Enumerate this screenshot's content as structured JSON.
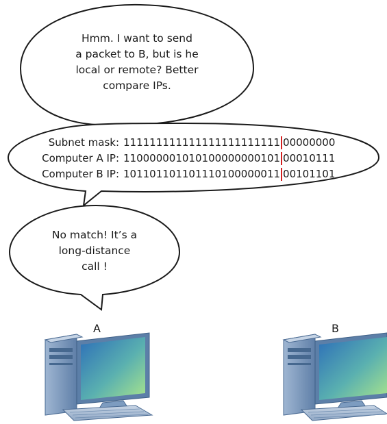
{
  "bubbles": {
    "top": {
      "line1": "Hmm. I want to send",
      "line2": "a packet to B, but is he",
      "line3": "local or remote? Better",
      "line4": "compare IPs."
    },
    "bottom": {
      "line1": "No match! It’s a",
      "line2": "long-distance",
      "line3": "call !"
    }
  },
  "comparison": {
    "rows": [
      {
        "label": "Subnet mask:",
        "network": "111111111111111111111111",
        "host": "00000000"
      },
      {
        "label": "Computer A IP:",
        "network": "110000001010100000000101",
        "host": "00010111"
      },
      {
        "label": "Computer B IP:",
        "network": "101101101101110100000011",
        "host": "00101101"
      }
    ]
  },
  "computers": {
    "a": {
      "label": "A"
    },
    "b": {
      "label": "B"
    }
  },
  "colors": {
    "separator": "#d42020",
    "monitor_screen_top": "#2d6fb8",
    "monitor_screen_bottom": "#9fe08a",
    "tower": "#6f8fb5"
  }
}
